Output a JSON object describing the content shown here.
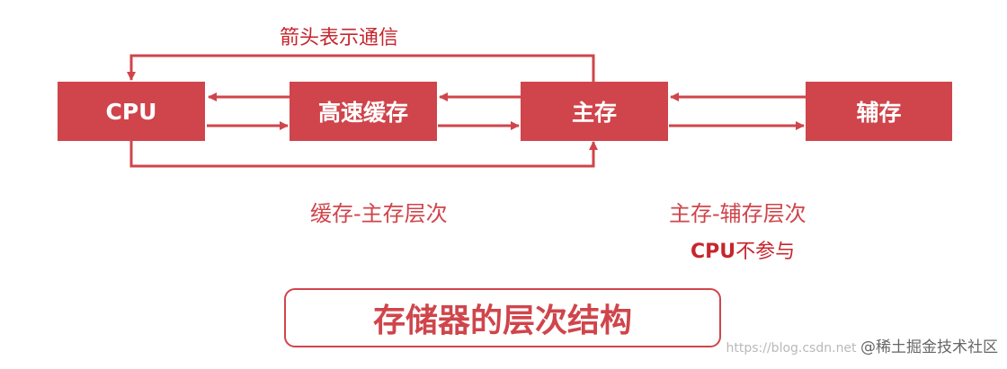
{
  "colors": {
    "accent": "#cf454b",
    "label_red": "#c6262d",
    "text_on_box": "#ffffff"
  },
  "nodes": {
    "cpu": "CPU",
    "cache": "高速缓存",
    "main_memory": "主存",
    "aux_memory": "辅存"
  },
  "labels": {
    "arrows_meaning": "箭头表示通信",
    "cache_main_level": "缓存-主存层次",
    "main_aux_level": "主存-辅存层次",
    "cpu_not_involved_cpu": "CPU",
    "cpu_not_involved_rest": "不参与"
  },
  "title": "存储器的层次结构",
  "watermark": {
    "url": "https://blog.csdn.net",
    "brand": "@稀土掘金技术社区"
  }
}
